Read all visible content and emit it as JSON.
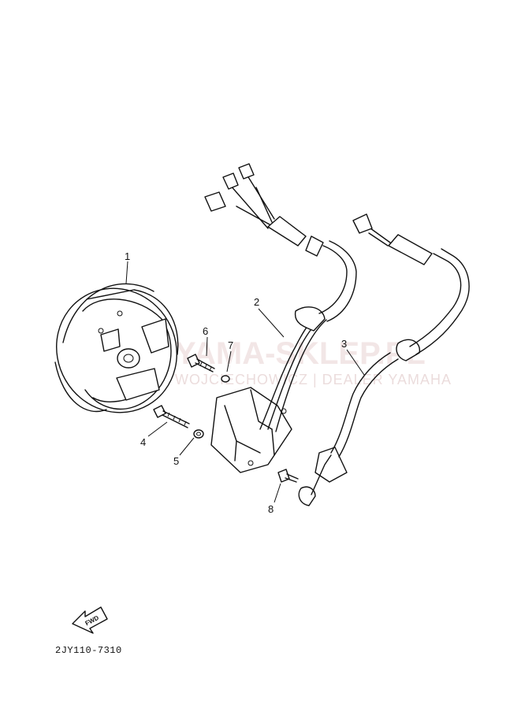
{
  "watermark": {
    "brand": "YAMA-SKLEP.PL",
    "dealer": "WOJCIECHOWICZ | DEALER YAMAHA"
  },
  "callouts": [
    {
      "id": "1",
      "label": "1"
    },
    {
      "id": "2",
      "label": "2"
    },
    {
      "id": "3",
      "label": "3"
    },
    {
      "id": "4",
      "label": "4"
    },
    {
      "id": "5",
      "label": "5"
    },
    {
      "id": "6",
      "label": "6"
    },
    {
      "id": "7",
      "label": "7"
    },
    {
      "id": "8",
      "label": "8"
    }
  ],
  "fwd_arrow": {
    "label": "FWD"
  },
  "diagram_code": "2JY110-7310"
}
